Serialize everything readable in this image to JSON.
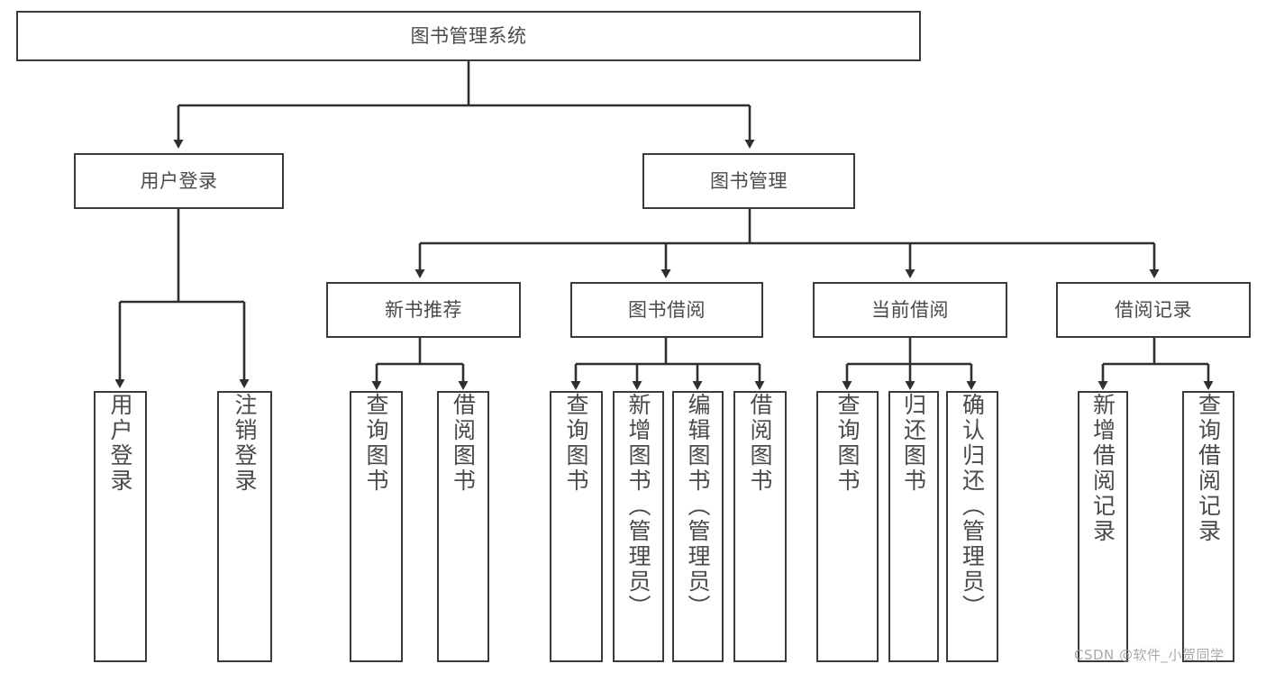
{
  "diagram": {
    "title": "图书管理系统",
    "type": "tree-hierarchy-diagram",
    "colors": {
      "box_border": "#3a3a3a",
      "box_fill": "#ffffff",
      "text": "#4a4a4a",
      "connector": "#2f2f2f",
      "watermark": "#9b9b9b",
      "background": "#ffffff"
    },
    "root": {
      "label": "图书管理系统"
    },
    "level2": [
      {
        "label": "用户登录"
      },
      {
        "label": "图书管理"
      }
    ],
    "level3": [
      {
        "label": "新书推荐"
      },
      {
        "label": "图书借阅"
      },
      {
        "label": "当前借阅"
      },
      {
        "label": "借阅记录"
      }
    ],
    "leaves": {
      "user_login": [
        {
          "label": "用户登录"
        },
        {
          "label": "注销登录"
        }
      ],
      "new_book_recommend": [
        {
          "label": "查询图书"
        },
        {
          "label": "借阅图书"
        }
      ],
      "book_borrow": [
        {
          "label": "查询图书"
        },
        {
          "label": "新增图书（管理员）"
        },
        {
          "label": "编辑图书（管理员）"
        },
        {
          "label": "借阅图书"
        }
      ],
      "current_borrow": [
        {
          "label": "查询图书"
        },
        {
          "label": "归还图书"
        },
        {
          "label": "确认归还（管理员）"
        }
      ],
      "borrow_record": [
        {
          "label": "新增借阅记录"
        },
        {
          "label": "查询借阅记录"
        }
      ]
    }
  },
  "watermark": {
    "text": "CSDN @软件_小贺同学"
  }
}
